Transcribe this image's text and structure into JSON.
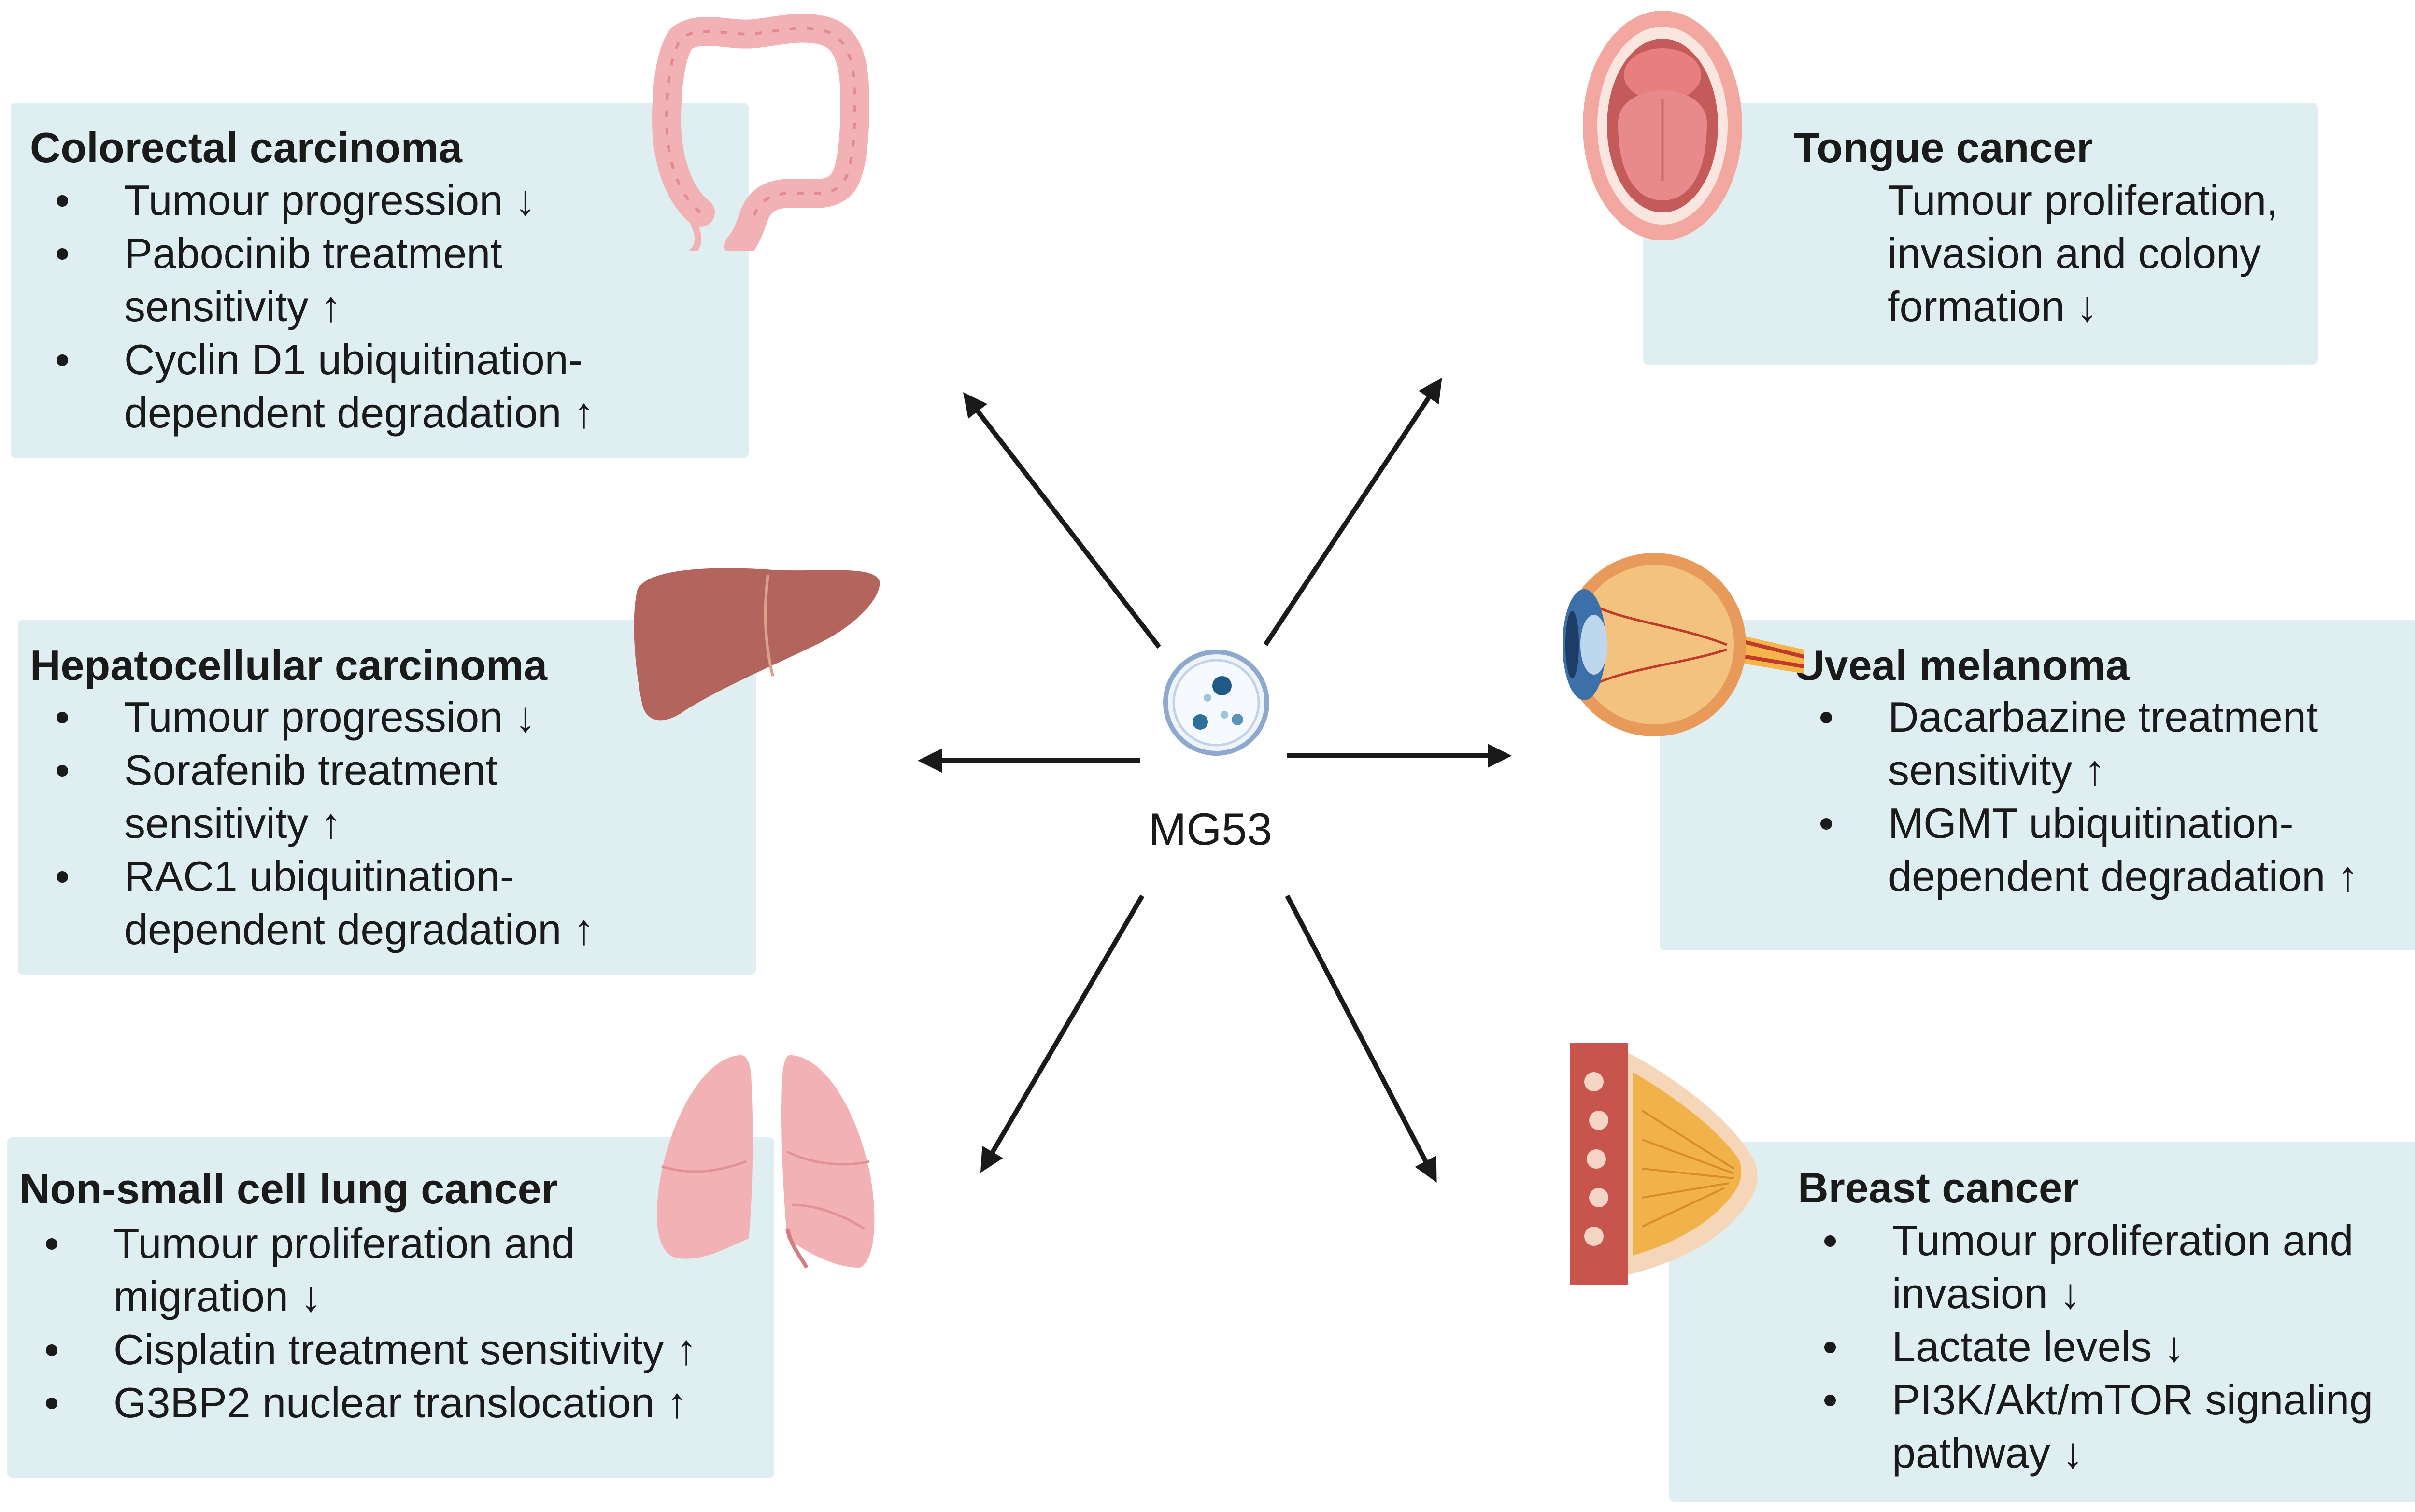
{
  "center": {
    "label": "MG53",
    "icon": "cell-dish-icon"
  },
  "cancers": {
    "colorectal": {
      "title": "Colorectal carcinoma",
      "icon": "colon-icon",
      "items": [
        {
          "line1": "Tumour progression ↓"
        },
        {
          "line1": "Pabocinib treatment",
          "line2": "sensitivity ↑"
        },
        {
          "line1": "Cyclin D1 ubiquitination-",
          "line2": "dependent degradation ↑"
        }
      ]
    },
    "tongue": {
      "title": "Tongue cancer",
      "icon": "mouth-tongue-icon",
      "lines": [
        "Tumour proliferation,",
        "invasion and colony",
        "formation ↓"
      ]
    },
    "hepatocellular": {
      "title": "Hepatocellular carcinoma",
      "icon": "liver-icon",
      "items": [
        {
          "line1": "Tumour progression ↓"
        },
        {
          "line1": "Sorafenib treatment",
          "line2": "sensitivity ↑"
        },
        {
          "line1": "RAC1 ubiquitination-",
          "line2": "dependent degradation ↑"
        }
      ]
    },
    "uveal": {
      "title": "Uveal melanoma",
      "icon": "eye-icon",
      "items": [
        {
          "line1": "Dacarbazine treatment",
          "line2": "sensitivity ↑"
        },
        {
          "line1": "MGMT ubiquitination-",
          "line2": "dependent degradation ↑"
        }
      ]
    },
    "nsclc": {
      "title": "Non-small cell lung cancer",
      "icon": "lungs-icon",
      "items": [
        {
          "line1": "Tumour proliferation and",
          "line2": "migration ↓"
        },
        {
          "line1": "Cisplatin treatment sensitivity ↑"
        },
        {
          "line1": "G3BP2 nuclear translocation ↑"
        }
      ]
    },
    "breast": {
      "title": "Breast cancer",
      "icon": "breast-icon",
      "items": [
        {
          "line1": "Tumour proliferation and",
          "line2": "invasion ↓"
        },
        {
          "line1": "Lactate levels ↓"
        },
        {
          "line1": "PI3K/Akt/mTOR signaling",
          "line2": "pathway ↓"
        }
      ]
    }
  },
  "colors": {
    "box_fill": "#deeef1",
    "arrow": "#1a1a1a",
    "organ_pink": "#f2b1b4",
    "liver": "#b3645d",
    "breast_fat": "#f2b24a"
  }
}
